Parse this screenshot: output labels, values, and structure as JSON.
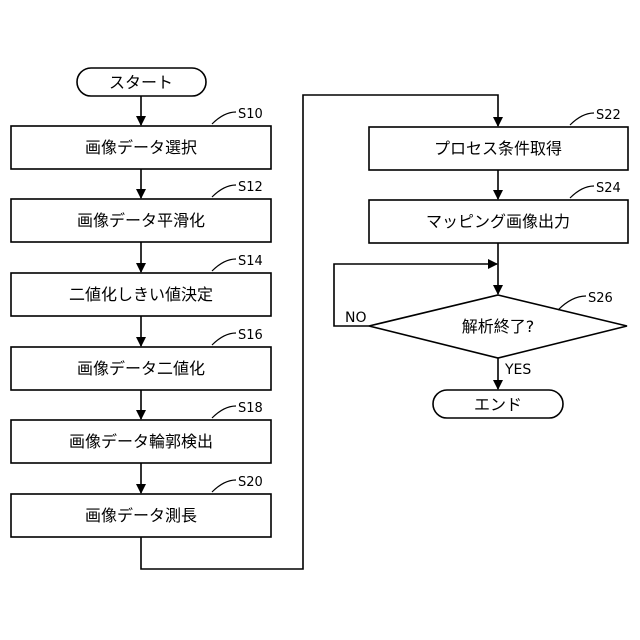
{
  "flowchart": {
    "start": "スタート",
    "end": "エンド",
    "steps": [
      {
        "id": "S10",
        "label": "画像データ選択"
      },
      {
        "id": "S12",
        "label": "画像データ平滑化"
      },
      {
        "id": "S14",
        "label": "二値化しきい値決定"
      },
      {
        "id": "S16",
        "label": "画像データ二値化"
      },
      {
        "id": "S18",
        "label": "画像データ輪郭検出"
      },
      {
        "id": "S20",
        "label": "画像データ測長"
      },
      {
        "id": "S22",
        "label": "プロセス条件取得"
      },
      {
        "id": "S24",
        "label": "マッピング画像出力"
      }
    ],
    "decision": {
      "id": "S26",
      "label": "解析終了?",
      "yes": "YES",
      "no": "NO"
    }
  }
}
